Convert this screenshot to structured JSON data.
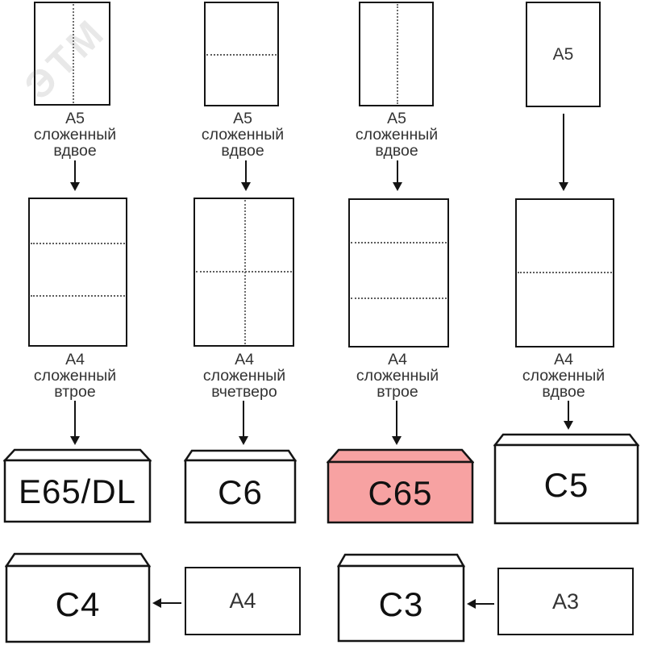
{
  "watermark": {
    "text": "ЭТМ"
  },
  "colors": {
    "highlight_fill": "#f7a2a2",
    "line": "#141414",
    "fold_dotted": "#5e5e5e",
    "caption_text": "#333333"
  },
  "columns": [
    {
      "paper_top": {
        "fold": "vertical-half",
        "caption_lines": [
          "A5",
          "сложенный",
          "вдвое"
        ]
      },
      "paper_mid": {
        "fold": "two-horizontal-thirds",
        "caption_lines": [
          "A4",
          "сложенный",
          "втрое"
        ]
      },
      "envelope": {
        "label": "E65/DL",
        "highlighted": false
      }
    },
    {
      "paper_top": {
        "fold": "horizontal-half",
        "caption_lines": [
          "A5",
          "сложенный",
          "вдвое"
        ]
      },
      "paper_mid": {
        "fold": "cross-quarters",
        "caption_lines": [
          "A4",
          "сложенный",
          "вчетверо"
        ]
      },
      "envelope": {
        "label": "C6",
        "highlighted": false
      }
    },
    {
      "paper_top": {
        "fold": "vertical-half",
        "caption_lines": [
          "A5",
          "сложенный",
          "вдвое"
        ]
      },
      "paper_mid": {
        "fold": "two-horizontal-thirds",
        "caption_lines": [
          "A4",
          "сложенный",
          "втрое"
        ]
      },
      "envelope": {
        "label": "C65",
        "highlighted": true
      }
    },
    {
      "paper_top": {
        "fold": "none",
        "inside_label": "A5"
      },
      "paper_mid": {
        "fold": "horizontal-half",
        "caption_lines": [
          "A4",
          "сложенный",
          "вдвое"
        ]
      },
      "envelope": {
        "label": "C5",
        "highlighted": false
      }
    }
  ],
  "bottom_row": [
    {
      "envelope_label": "C4",
      "paper_label": "A4"
    },
    {
      "envelope_label": "C3",
      "paper_label": "A3"
    }
  ]
}
